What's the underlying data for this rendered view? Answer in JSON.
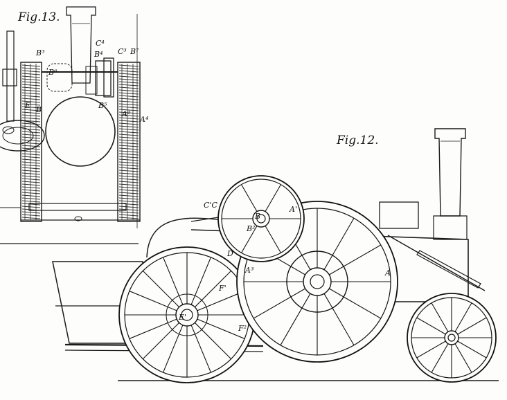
{
  "figures": {
    "fig13_title": "Fig.13.",
    "fig12_title": "Fig.12."
  },
  "labels": {
    "b3": "B³",
    "c4": "C⁴",
    "b4": "B⁴",
    "c3": "C³",
    "b7": "B⁷",
    "b6": "B⁶",
    "b5": "B⁵",
    "e_left": "E",
    "b_left": "B",
    "a2": "A²",
    "a4": "A⁴",
    "c1": "C'C",
    "b_center": "B",
    "b2": "B²",
    "d": "D",
    "a3": "A³",
    "a_right": "A",
    "f1": "F'",
    "e1": "E'",
    "f2": "F²",
    "a1": "A'"
  }
}
